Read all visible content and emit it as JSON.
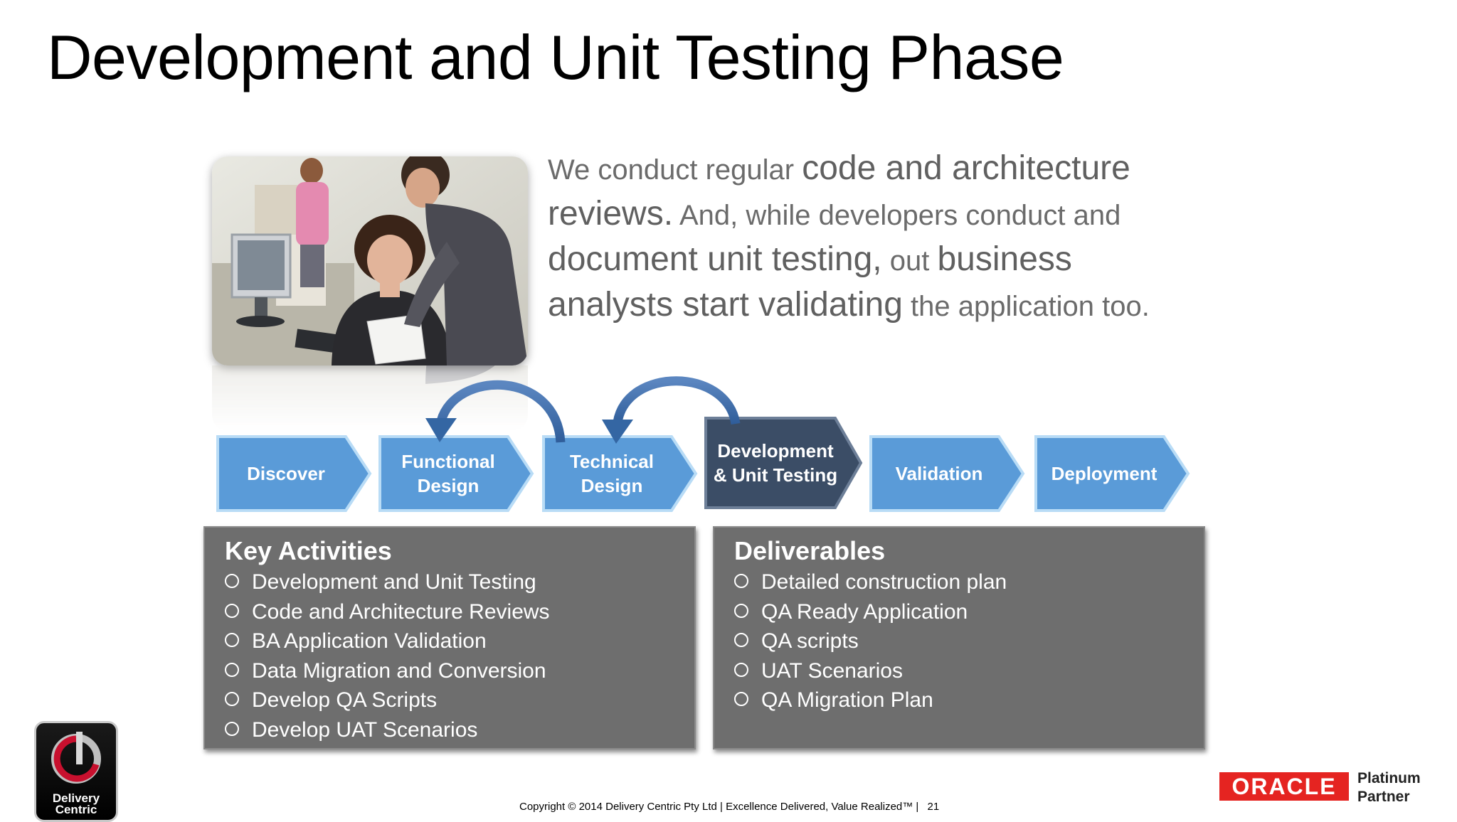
{
  "slide": {
    "title": "Development and Unit Testing Phase",
    "intro": {
      "p1": "We conduct regular ",
      "p2": "code and architecture reviews.",
      "p3": " And, while developers conduct and ",
      "p4": "document unit testing,",
      "p5": " out ",
      "p6": "business analysts start validating",
      "p7": " the application too."
    }
  },
  "process": {
    "steps": [
      {
        "line1": "Discover",
        "line2": ""
      },
      {
        "line1": "Functional",
        "line2": "Design"
      },
      {
        "line1": "Technical",
        "line2": "Design"
      },
      {
        "line1": "Development",
        "line2": "& Unit Testing"
      },
      {
        "line1": "Validation",
        "line2": ""
      },
      {
        "line1": "Deployment",
        "line2": ""
      }
    ],
    "active_index": 3
  },
  "key_activities": {
    "heading": "Key Activities",
    "items": [
      "Development and Unit Testing",
      "Code and Architecture Reviews",
      "BA Application Validation",
      "Data Migration and Conversion",
      "Develop QA Scripts",
      "Develop UAT Scenarios"
    ]
  },
  "deliverables": {
    "heading": "Deliverables",
    "items": [
      "Detailed construction plan",
      "QA Ready Application",
      "QA scripts",
      "UAT Scenarios",
      "QA Migration Plan"
    ]
  },
  "footer": {
    "copyright": "Copyright © 2014 Delivery Centric Pty Ltd | Excellence Delivered, Value Realized™ |",
    "page_number": "21"
  },
  "logos": {
    "delivery_centric_line1": "Delivery",
    "delivery_centric_line2": "Centric",
    "oracle": "ORACLE",
    "partner_line1": "Platinum",
    "partner_line2": "Partner"
  },
  "colors": {
    "step_blue": "#5a9bd8",
    "step_active": "#3b4d66",
    "panel_gray": "#6e6e6e",
    "oracle_red": "#e52421",
    "loop_blue": "#3466a3"
  }
}
